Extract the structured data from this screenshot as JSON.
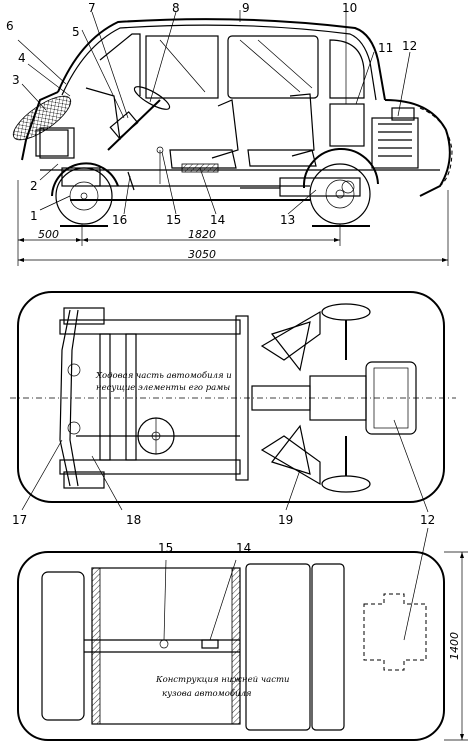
{
  "callouts": [
    "1",
    "2",
    "3",
    "4",
    "5",
    "6",
    "7",
    "8",
    "9",
    "10",
    "11",
    "12",
    "13",
    "14",
    "15",
    "16",
    "17",
    "18",
    "19"
  ],
  "dimensions": {
    "front_overhang": "500",
    "wheelbase": "1820",
    "overall_length": "3050",
    "overall_width": "1400"
  },
  "captions": {
    "chassis_line1": "Ходовая часть автомобиля и",
    "chassis_line2": "несущие элементы его рамы",
    "body_line1": "Конструкция нижней части",
    "body_line2": "кузова автомобиля"
  }
}
